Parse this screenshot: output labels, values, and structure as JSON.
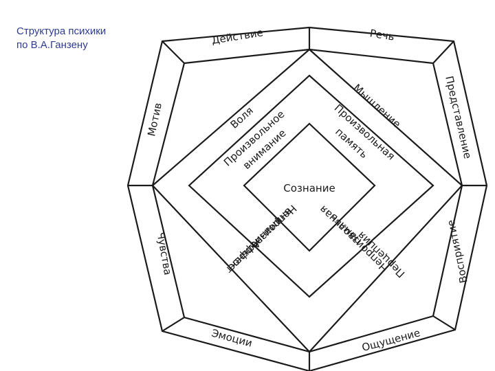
{
  "title": {
    "line1": "Структура психики",
    "line2": "по В.А.Ганзену"
  },
  "center": "Сознание",
  "outer_ring": {
    "top_left": "Действие",
    "top_right": "Речь",
    "right_top": "Представление",
    "right_bottom": "Восприятие",
    "bottom_right": "Ощущение",
    "bottom_left": "Эмоции",
    "left_bottom": "Чувства",
    "left_top": "Мотив"
  },
  "middle_ring": {
    "upper_left": [
      "Воля"
    ],
    "upper_right": [
      "Мышление"
    ],
    "lower_right": [
      "Перцепция"
    ],
    "lower_left": [
      "Аффект"
    ]
  },
  "inner_ring": {
    "upper_left": [
      "Произвольное",
      "внимание"
    ],
    "upper_right": [
      "Произвольная",
      "память"
    ],
    "lower_right": [
      "Непроизвольная",
      "память"
    ],
    "lower_left": [
      "Непроизвольное",
      "внимание"
    ]
  },
  "colors": {
    "title": "#2e3b8f",
    "line": "#1a1a1a",
    "background": "#ffffff"
  }
}
